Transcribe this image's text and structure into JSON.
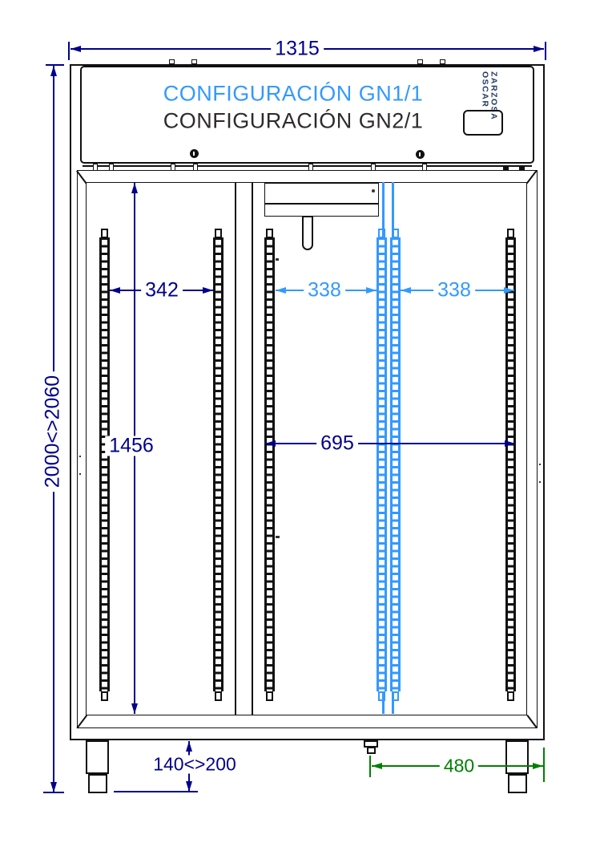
{
  "header": {
    "config_line1": "CONFIGURACIÓN GN1/1",
    "config_line2": "CONFIGURACIÓN GN2/1",
    "brand": {
      "line1": "OSCAR",
      "line2": "ZARZOSA"
    }
  },
  "dimensions": {
    "overall_width": "1315",
    "overall_height_range": "2000<>2060",
    "left_column_width": "342",
    "right_column_left_width": "338",
    "right_column_right_width": "338",
    "right_compartment_width": "695",
    "interior_height": "1456",
    "feet_height_range": "140<>200",
    "drain_to_edge": "480"
  },
  "colors": {
    "dim_primary": "#00008B",
    "dim_secondary": "#3399FF",
    "dim_green": "#008000",
    "title_blue": "#3399FF",
    "title_dark": "#2E2B2B"
  }
}
